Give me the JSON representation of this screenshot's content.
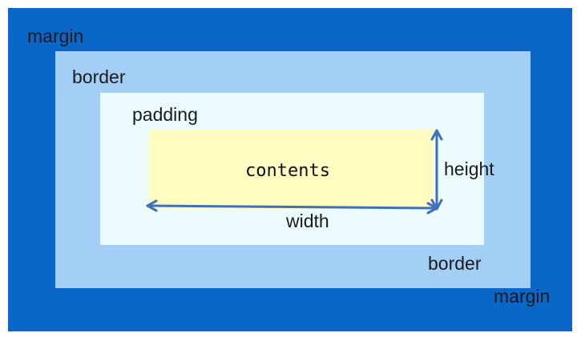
{
  "labels": {
    "margin_top": "margin",
    "margin_bottom": "margin",
    "border_top": "border",
    "border_bottom": "border",
    "padding": "padding",
    "contents": "contents",
    "height": "height",
    "width": "width"
  },
  "colors": {
    "margin": "#0a67c8",
    "border": "#a3cef5",
    "padding": "#ecfcfe",
    "contents": "#fefcc1",
    "arrow": "#3f6fc0"
  }
}
